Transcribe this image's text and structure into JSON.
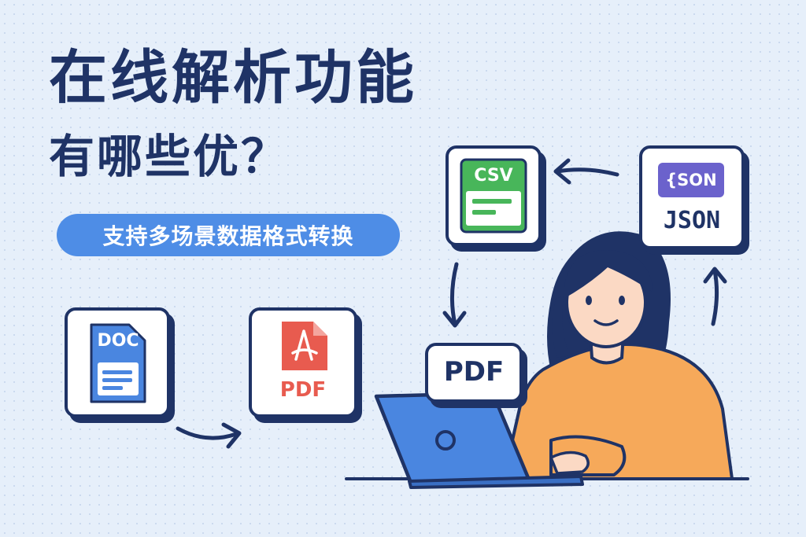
{
  "headline": {
    "line1": "在线解析功能",
    "line2": "有哪些优？",
    "subtitle": "支持多场景数据格式转换"
  },
  "files": {
    "doc": "DOC",
    "pdf_icon": "PDF",
    "csv": "CSV",
    "json_badge": "{SON",
    "json_text": "JSON",
    "pdf_text": "PDF"
  },
  "icons": [
    "doc-file-icon",
    "pdf-file-icon",
    "csv-file-icon",
    "json-file-icon",
    "arrow-icon",
    "laptop-icon",
    "person-illustration"
  ],
  "colors": {
    "background": "#e6effa",
    "navy": "#1f3366",
    "accent_blue": "#4e8de6",
    "doc_blue": "#4a86e0",
    "pdf_red": "#e85b4f",
    "csv_green": "#48b65a",
    "json_purple": "#6b62cc",
    "sweater": "#f6a95a"
  }
}
